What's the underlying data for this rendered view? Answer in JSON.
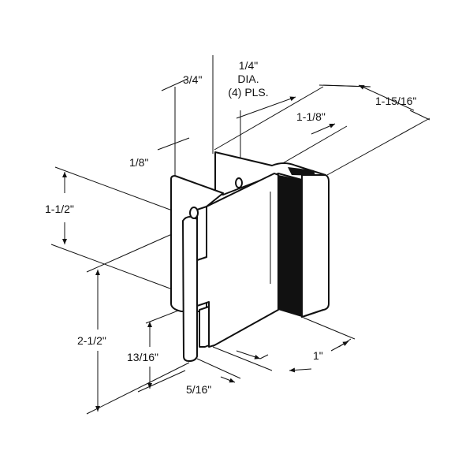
{
  "dimensions": {
    "d_3_4": "3/4\"",
    "d_1_4": "1/4\"",
    "d_dia": "DIA.",
    "d_pls": "(4) PLS.",
    "d_1_15_16": "1-15/16\"",
    "d_1_1_8": "1-1/8\"",
    "d_1_8": "1/8\"",
    "d_1_1_2": "1-1/2\"",
    "d_2_1_2": "2-1/2\"",
    "d_13_16": "13/16\"",
    "d_5_16": "5/16\"",
    "d_1": "1\""
  },
  "colors": {
    "line": "#111111",
    "fill": "#ffffff",
    "gasket": "#111111"
  }
}
